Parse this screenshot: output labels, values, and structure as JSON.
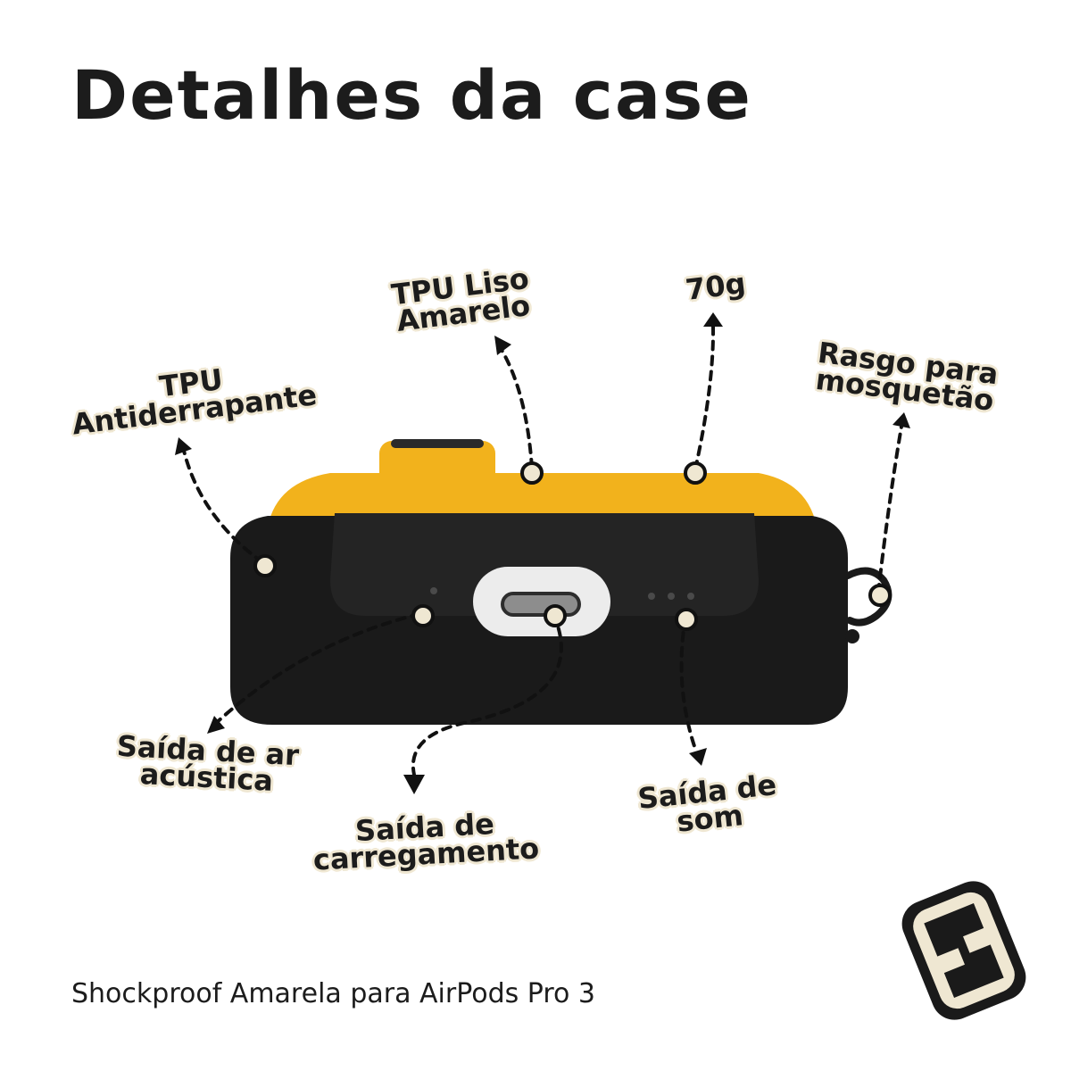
{
  "title": "Detalhes da case",
  "caption": "Shockproof Amarela para AirPods Pro 3",
  "colors": {
    "case_body": "#1a1a1a",
    "case_accent": "#f2b21c",
    "label_bg": "#efe7d2",
    "text": "#1c1c1c"
  },
  "callouts": {
    "tpu_liso": {
      "line1": "TPU Liso",
      "line2": "Amarelo"
    },
    "weight": {
      "line1": "70g"
    },
    "tpu_anti": {
      "line1": "TPU",
      "line2": "Antiderrapante"
    },
    "rasgo": {
      "line1": "Rasgo para",
      "line2": "mosquetão"
    },
    "ar_acustica": {
      "line1": "Saída de ar",
      "line2": "acústica"
    },
    "carregamento": {
      "line1": "Saída de",
      "line2": "carregamento"
    },
    "som": {
      "line1": "Saída de",
      "line2": "som"
    }
  },
  "logo": {
    "icon": "brand-logo-badge-icon"
  }
}
